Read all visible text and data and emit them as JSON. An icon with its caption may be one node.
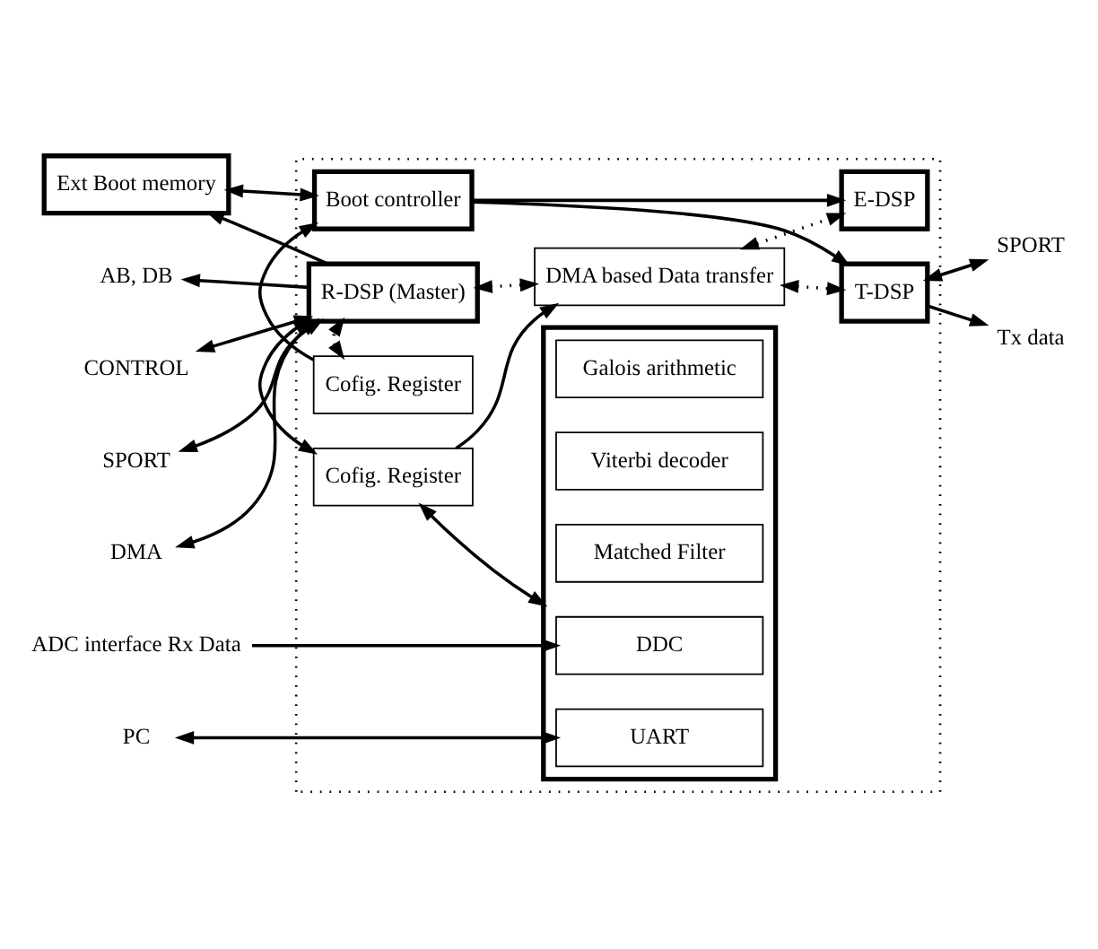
{
  "diagram": {
    "nodes": [
      {
        "text": [],
        "shape": "box"
      },
      {
        "text": [
          "Ext Boot memory"
        ]
      },
      {
        "text": [
          "Boot controller"
        ],
        "in": 0
      },
      {
        "text": [
          "Cofig. Register"
        ],
        "in": 0
      },
      {
        "text": [
          "R-DSP (Master)"
        ],
        "in": 0
      },
      {
        "text": [
          "DMA based Data transfer"
        ],
        "in": 0
      },
      {
        "text": [
          "T-DSP"
        ],
        "in": 0
      },
      {
        "text": [
          "E-DSP"
        ],
        "in": 0
      },
      {
        "text": [
          "Cofig. Register"
        ],
        "in": 0
      },
      {
        "text": [],
        "shape": "box",
        "in": 0
      },
      {
        "text": [
          "DDC"
        ],
        "in": 9
      },
      {
        "text": [
          "Matched Filter"
        ],
        "in": 9
      },
      {
        "text": [
          "Viterbi decoder"
        ],
        "in": 9
      },
      {
        "text": [
          "Galois arithmetic"
        ],
        "in": 9
      },
      {
        "text": [
          "UART"
        ],
        "in": 9
      },
      {
        "text": [
          "AB, DB"
        ]
      },
      {
        "text": [
          "CONTROL"
        ]
      },
      {
        "text": [
          "SPORT"
        ]
      },
      {
        "text": [
          "DMA"
        ]
      },
      {
        "text": [
          "ADC interface Rx Data"
        ]
      },
      {
        "text": [
          "PC"
        ]
      },
      {
        "text": [
          "SPORT"
        ]
      },
      {
        "text": [
          "Tx data"
        ]
      }
    ],
    "edges": [
      {
        "from": 1,
        "to": 2,
        "arrow": "both"
      },
      {
        "from": 4,
        "to": 15,
        "arrow": "to"
      },
      {
        "from": 4,
        "to": 1,
        "arrow": "to"
      },
      {
        "from": 16,
        "to": 4,
        "arrow": "both"
      },
      {
        "from": 17,
        "to": 4,
        "arrow": "both"
      },
      {
        "from": 18,
        "to": 4,
        "arrow": "both"
      },
      {
        "from": 3,
        "to": 2,
        "arrow": "to"
      },
      {
        "from": 3,
        "to": 4,
        "arrow": "both",
        "style": "dashed"
      },
      {
        "from": 4,
        "to": 5,
        "arrow": "both",
        "style": "dashed"
      },
      {
        "from": 2,
        "to": 6,
        "arrow": "to"
      },
      {
        "from": 2,
        "to": 7,
        "arrow": "to"
      },
      {
        "from": 5,
        "to": 6,
        "arrow": "both",
        "style": "dashed"
      },
      {
        "from": 5,
        "to": 7,
        "arrow": "both",
        "style": "dashed"
      },
      {
        "from": 4,
        "to": 8,
        "arrow": "both"
      },
      {
        "from": 8,
        "to": 9,
        "arrow": "both"
      },
      {
        "from": 8,
        "to": 5,
        "arrow": "to"
      },
      {
        "from": 19,
        "to": 10,
        "arrow": "to"
      },
      {
        "from": 20,
        "to": 14,
        "arrow": "both"
      },
      {
        "from": 6,
        "to": 21,
        "arrow": "both"
      },
      {
        "from": 6,
        "to": 22,
        "arrow": "to"
      }
    ]
  }
}
